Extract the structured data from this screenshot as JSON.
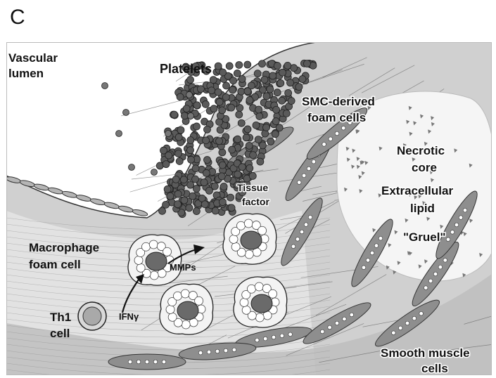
{
  "panel_letter": "C",
  "labels": {
    "vascular_lumen_1": "Vascular",
    "vascular_lumen_2": "lumen",
    "platelets": "Platelets",
    "smc_foam_1": "SMC-derived",
    "smc_foam_2": "foam cells",
    "necrotic_1": "Necrotic",
    "necrotic_2": "core",
    "extracellular_1": "Extracellular",
    "extracellular_2": "lipid",
    "gruel": "\"Gruel\"",
    "tissue_factor_1": "Tissue",
    "tissue_factor_2": "factor",
    "macrophage_1": "Macrophage",
    "macrophage_2": "foam cell",
    "mmps": "MMPs",
    "th1_1": "Th1",
    "th1_2": "cell",
    "ifn": "IFNγ",
    "smooth_muscle_1": "Smooth muscle",
    "smooth_muscle_2": "cells"
  },
  "colors": {
    "lumen": "#ffffff",
    "tissue": "#d4d4d4",
    "tissue_light": "#e4e4e4",
    "platelet": "#5e5e5e",
    "smc": "#8d8d8d",
    "necrotic": "#f4f4f4",
    "nucleus": "#6a6a6a",
    "line": "#222222"
  }
}
